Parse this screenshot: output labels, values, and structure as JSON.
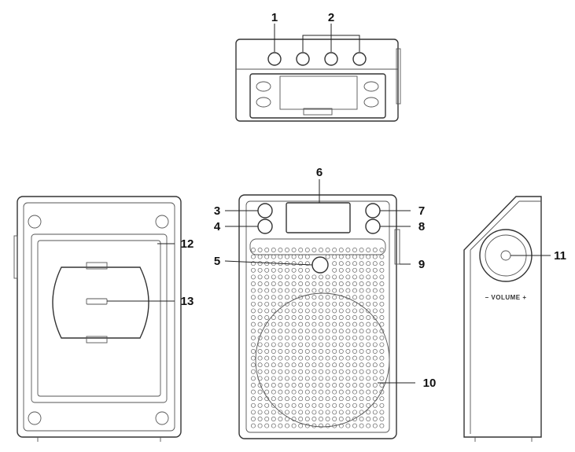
{
  "figure": {
    "volume_label": "− VOLUME +",
    "callouts": [
      "1",
      "2",
      "3",
      "4",
      "5",
      "6",
      "7",
      "8",
      "9",
      "10",
      "11",
      "12",
      "13"
    ]
  },
  "colors": {
    "line": "#333333",
    "text": "#111111",
    "background": "#ffffff"
  }
}
